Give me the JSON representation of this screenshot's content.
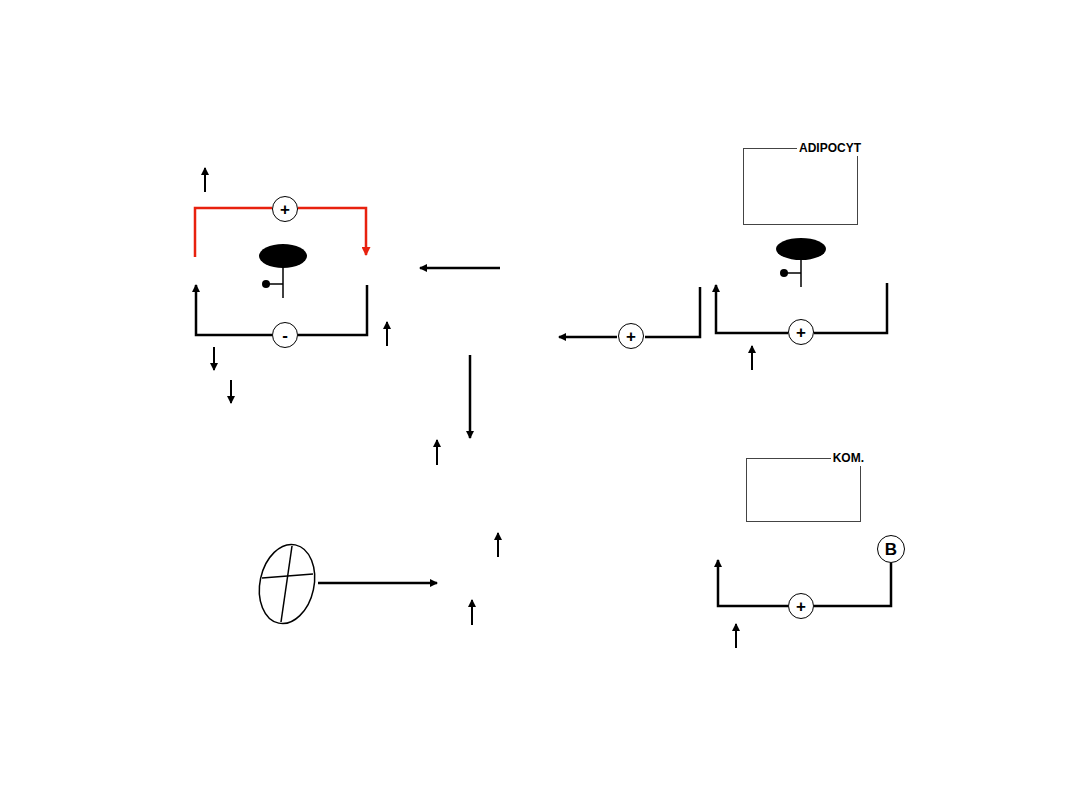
{
  "diagram": {
    "nodes": [
      {
        "text": [
          "ADIPOCYT"
        ]
      },
      {
        "text": [
          "KOM."
        ]
      },
      {
        "text": [
          "B"
        ]
      },
      {
        "text": [
          "+"
        ]
      },
      {
        "text": [
          "-"
        ]
      },
      {
        "text": [
          "+"
        ]
      },
      {
        "text": [
          "+"
        ]
      },
      {
        "text": [
          "+"
        ]
      }
    ],
    "edges": [
      {
        "from": 2,
        "to": 7,
        "arrow": "none"
      }
    ]
  }
}
